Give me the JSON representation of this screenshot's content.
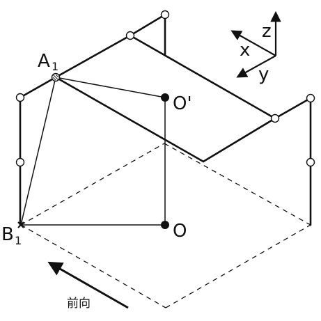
{
  "labels": {
    "a": "A",
    "a_sub": "1",
    "b": "B",
    "b_sub": "1",
    "o": "O",
    "o_prime": "O'",
    "axis_x": "x",
    "axis_y": "y",
    "axis_z": "z",
    "direction": "前向"
  },
  "colors": {
    "stroke": "#111111",
    "background": "#ffffff"
  }
}
